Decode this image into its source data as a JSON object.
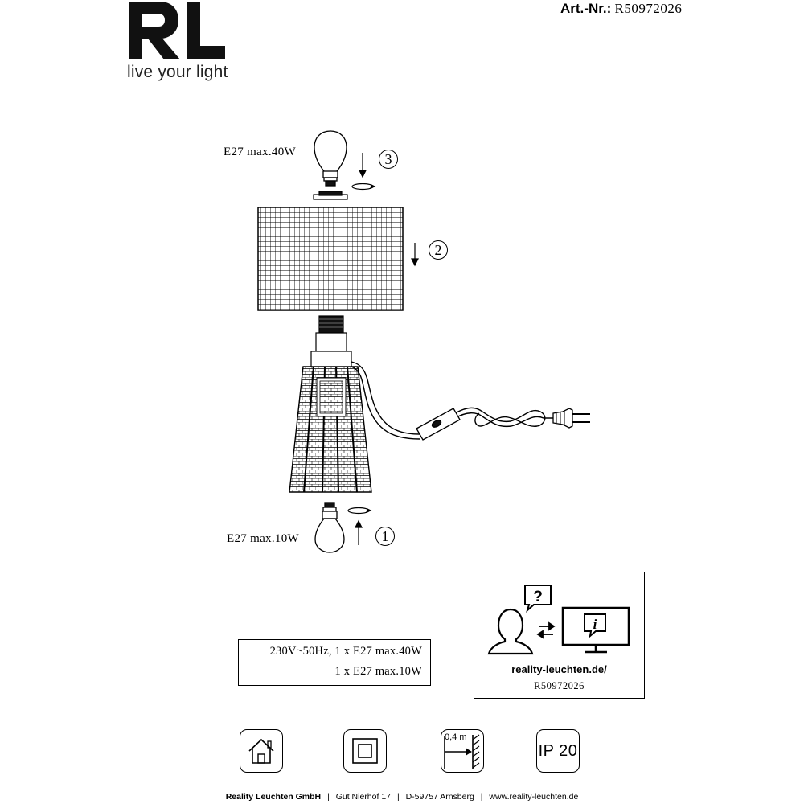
{
  "brand": {
    "logo": "RL",
    "tagline": "live your light"
  },
  "article": {
    "label": "Art.-Nr.:",
    "number": "R50972026"
  },
  "diagram": {
    "top_bulb_label": "E27 max.40W",
    "bottom_bulb_label": "E27 max.10W",
    "steps": [
      "1",
      "2",
      "3"
    ]
  },
  "specs": {
    "line1": "230V~50Hz, 1 x E27 max.40W",
    "line2": "1 x E27 max.10W"
  },
  "info": {
    "url": "reality-leuchten.de/",
    "article_number": "R50972026"
  },
  "symbols": {
    "icons": [
      "indoor-house-icon",
      "protection-class-ii-icon",
      "min-distance-icon",
      "ip-rating-icon"
    ],
    "distance": "0,4 m",
    "ip_rating": "IP 20"
  },
  "footer": {
    "company": "Reality Leuchten GmbH",
    "street": "Gut Nierhof 17",
    "city": "D-59757 Arnsberg",
    "website": "www.reality-leuchten.de"
  }
}
